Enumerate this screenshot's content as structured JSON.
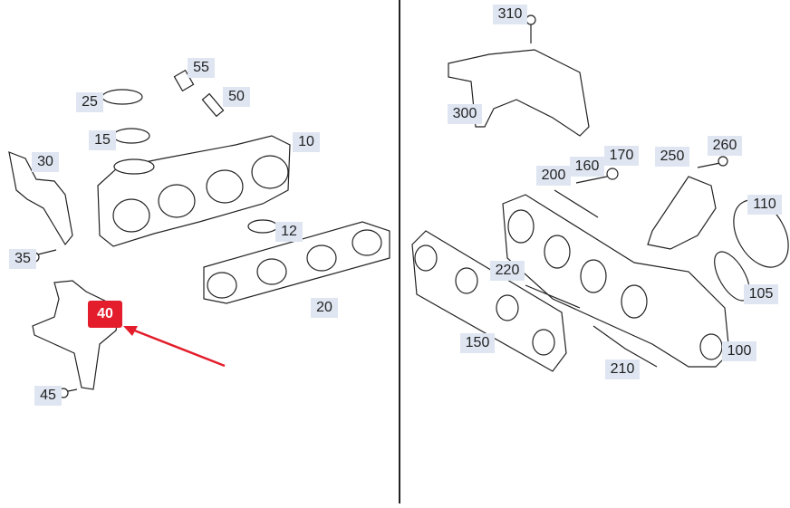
{
  "diagram": {
    "highlight_color": "#e31d2b",
    "label_bg_color": "#dfe6f2",
    "left_labels": {
      "l55": "55",
      "l25": "25",
      "l50": "50",
      "l15": "15",
      "l10": "10",
      "l30": "30",
      "l12": "12",
      "l35": "35",
      "l20": "20",
      "l40": "40",
      "l45": "45"
    },
    "right_labels": {
      "r310": "310",
      "r300": "300",
      "r160": "160",
      "r170": "170",
      "r200": "200",
      "r250": "250",
      "r260": "260",
      "r110": "110",
      "r220": "220",
      "r105": "105",
      "r150": "150",
      "r100": "100",
      "r210": "210"
    },
    "selected_part": "40"
  }
}
